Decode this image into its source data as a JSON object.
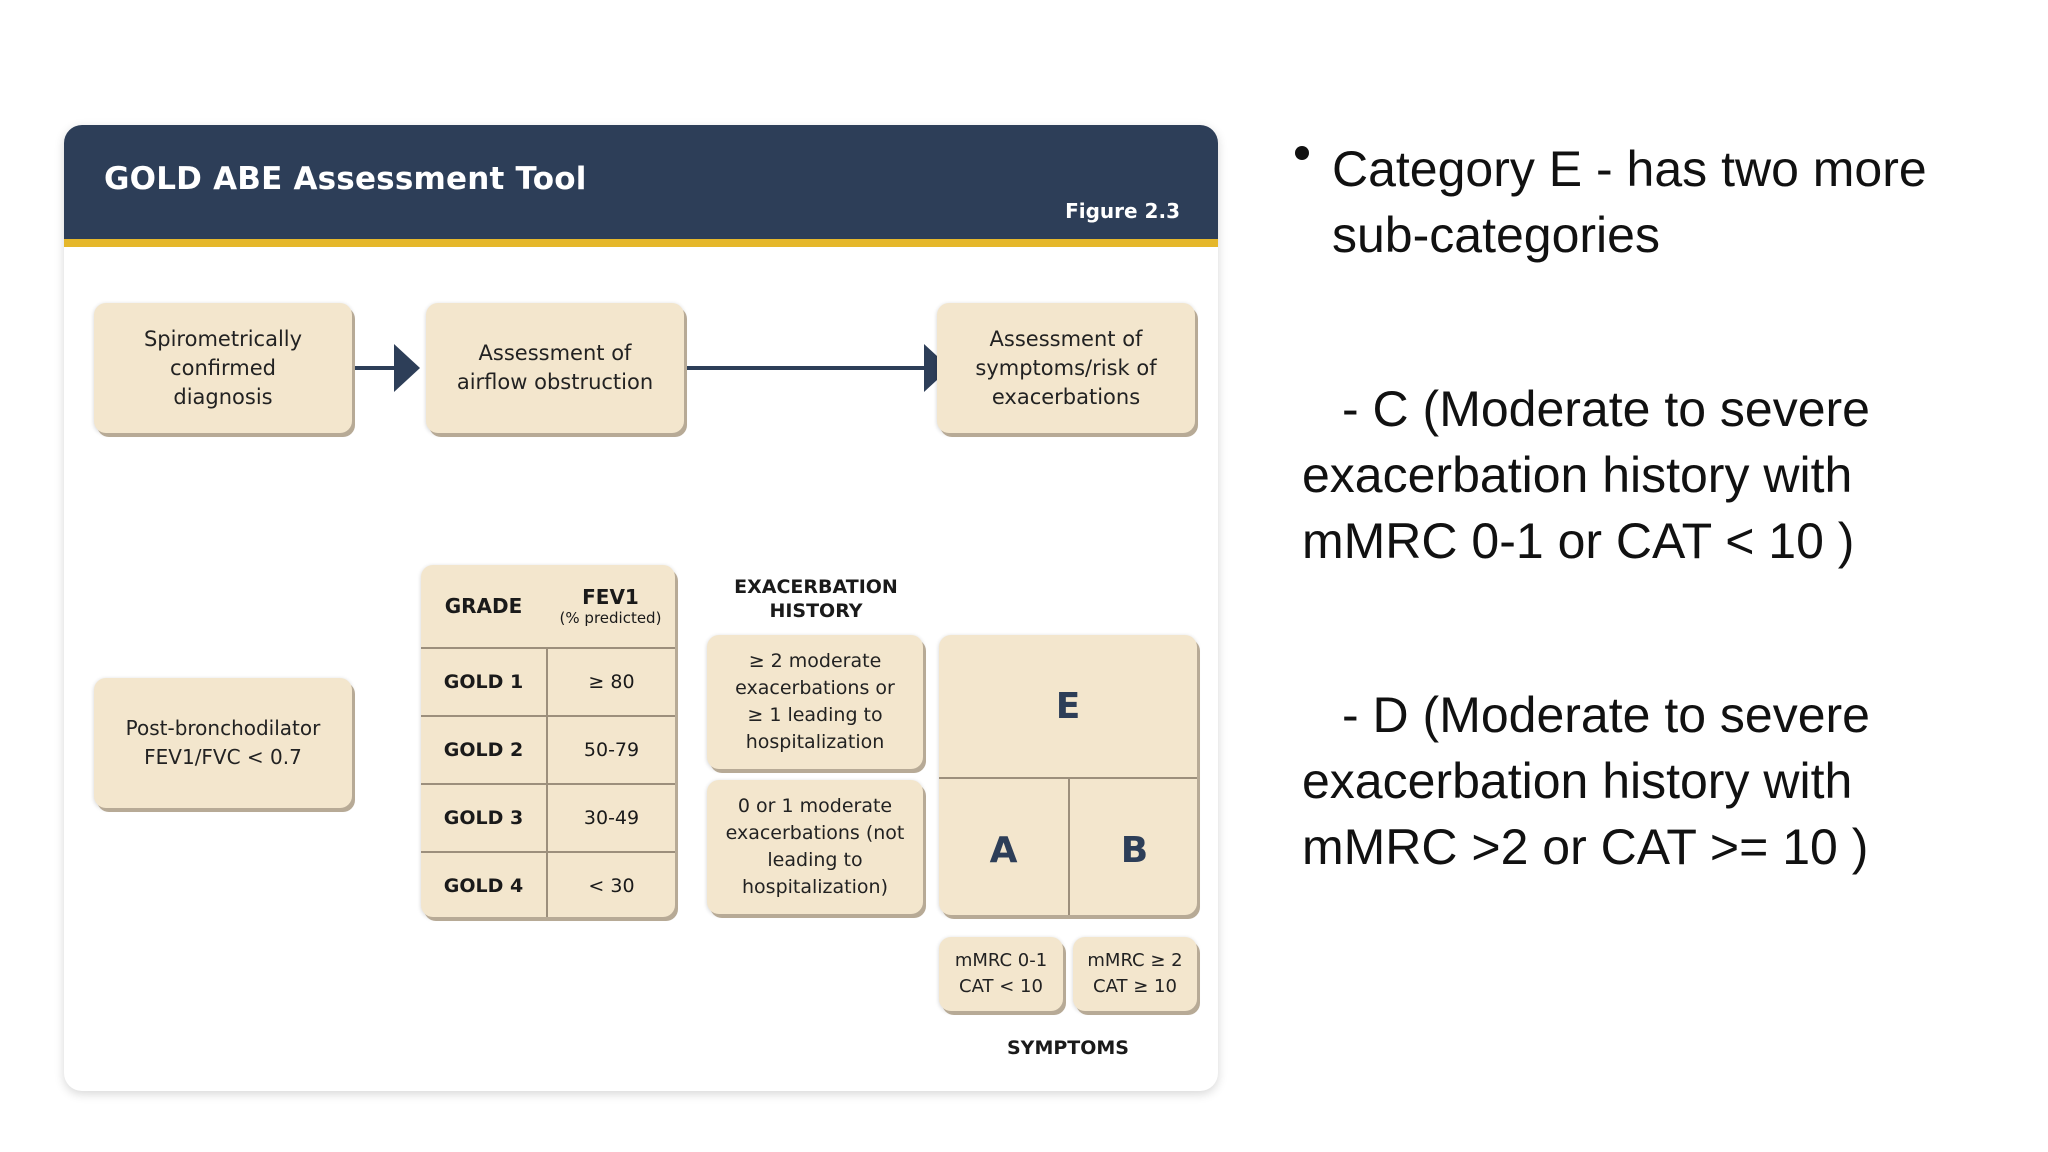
{
  "figure": {
    "title": "GOLD ABE Assessment Tool",
    "figure_number": "Figure  2.3",
    "flow_boxes": [
      "Spirometrically confirmed diagnosis",
      "Assessment of airflow obstruction",
      "Assessment of symptoms/risk of exacerbations"
    ],
    "post_bronchodilator": "Post-bronchodilator FEV1/FVC < 0.7",
    "grade_table": {
      "header_grade": "GRADE",
      "header_fev1": "FEV1",
      "header_fev1_sub": "(% predicted)",
      "rows": [
        {
          "grade": "GOLD 1",
          "value": "≥ 80"
        },
        {
          "grade": "GOLD 2",
          "value": "50-79"
        },
        {
          "grade": "GOLD 3",
          "value": "30-49"
        },
        {
          "grade": "GOLD 4",
          "value": "< 30"
        }
      ]
    },
    "exacerbation": {
      "title": "EXACERBATION HISTORY",
      "high": "≥ 2 moderate exacerbations or ≥ 1 leading to hospitalization",
      "low": "0 or 1 moderate exacerbations (not leading to hospitalization)"
    },
    "categories": {
      "e": "E",
      "a": "A",
      "b": "B"
    },
    "symptoms": {
      "low_line1": "mMRC 0-1",
      "low_line2": "CAT < 10",
      "high_line1": "mMRC ≥ 2",
      "high_line2": "CAT ≥ 10",
      "label": "SYMPTOMS"
    },
    "colors": {
      "header": "#2d3e58",
      "accent": "#e5b72b",
      "box": "#f3e6cd"
    }
  },
  "slide": {
    "bullet_line1": "Category E - has two more",
    "bullet_line2": "sub-categories",
    "c_line1": "- C (Moderate to severe",
    "c_line2": "exacerbation history with",
    "c_line3": "mMRC 0-1 or CAT < 10 )",
    "d_line1": "- D (Moderate to severe",
    "d_line2": "exacerbation history with",
    "d_line3": "mMRC >2 or CAT >= 10 )"
  }
}
